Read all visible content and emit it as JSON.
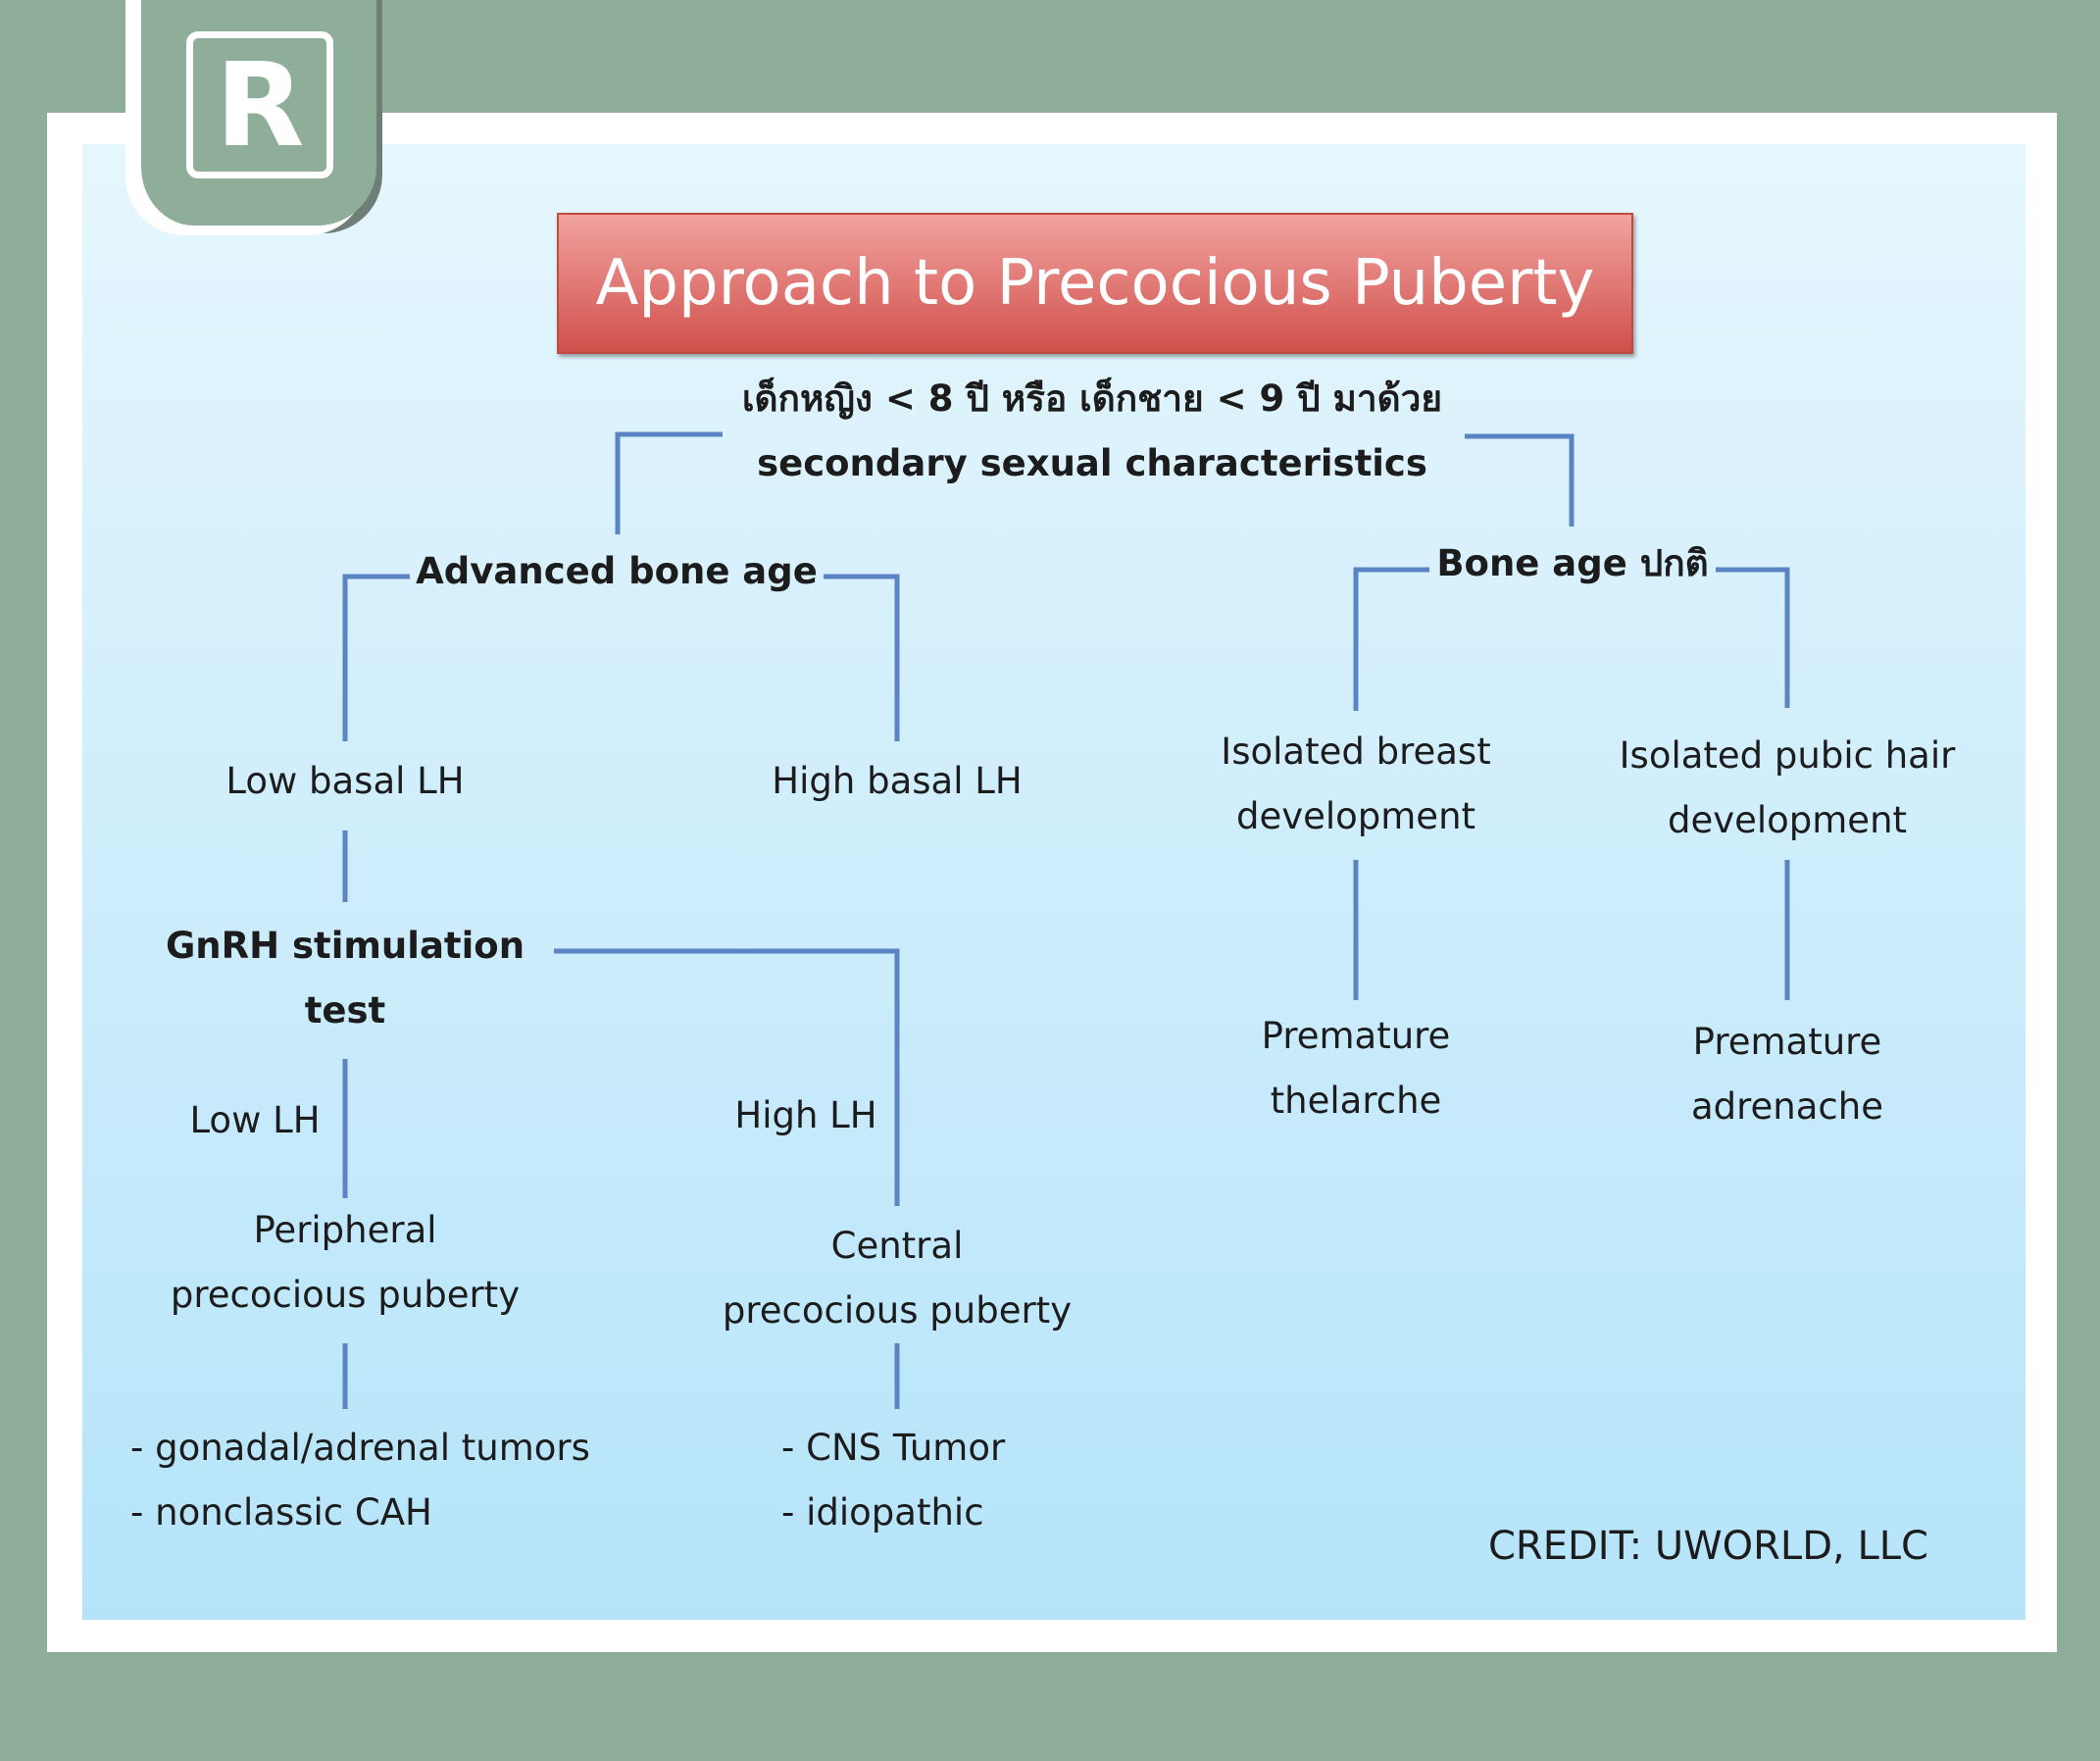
{
  "logo": {
    "letter": "R"
  },
  "title": "Approach to Precocious Puberty",
  "root": {
    "line1": "เด็กหญิง < 8 ปี หรือ เด็กชาย < 9 ปี มาด้วย",
    "line2": "secondary sexual characteristics"
  },
  "nodes": {
    "advanced_bone_age": "Advanced bone age",
    "bone_age_normal": "Bone age ปกติ",
    "low_basal_lh": "Low basal LH",
    "high_basal_lh": "High basal LH",
    "gnrh_line1": "GnRH stimulation",
    "gnrh_line2": "test",
    "low_lh": "Low LH",
    "high_lh": "High LH",
    "peripheral_line1": "Peripheral",
    "peripheral_line2": "precocious puberty",
    "central_line1": "Central",
    "central_line2": "precocious puberty",
    "peripheral_cause1": "- gonadal/adrenal tumors",
    "peripheral_cause2": "- nonclassic CAH",
    "central_cause1": "- CNS Tumor",
    "central_cause2": "- idiopathic",
    "isolated_breast_line1": "Isolated breast",
    "isolated_breast_line2": "development",
    "isolated_pubic_line1": "Isolated pubic hair",
    "isolated_pubic_line2": "development",
    "thelarche_line1": "Premature",
    "thelarche_line2": "thelarche",
    "adrenarche_line1": "Premature",
    "adrenarche_line2": "adrenache"
  },
  "credit": "CREDIT: UWORLD, LLC",
  "colors": {
    "connector": "#5b84c4",
    "title_fill": "#e06c67",
    "frame": "#8fae9a"
  }
}
